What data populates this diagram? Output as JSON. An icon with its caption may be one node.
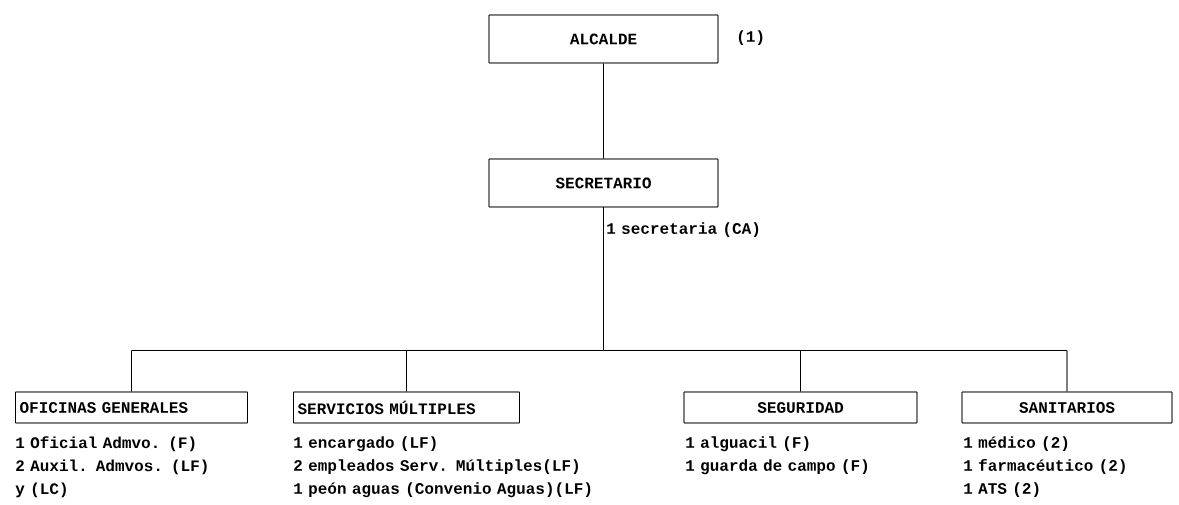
{
  "diagram": {
    "nodes": [
      {
        "text": [
          "ALCALDE"
        ],
        "beside": [
          "(1)"
        ]
      },
      {
        "text": [
          "SECRETARIO"
        ],
        "beside": [
          "1 secretaria (CA)"
        ]
      },
      {
        "text": [
          "OFICINAS GENERALES"
        ],
        "beside": [
          "1 Oficial Admvo. (F)",
          "2 Auxil. Admvos. (LF) y (LC)"
        ]
      },
      {
        "text": [
          "SERVICIOS MÚLTIPLES"
        ],
        "beside": [
          "1 encargado (LF)",
          "2 empleados Serv. Múltiples(LF)",
          "1 peón aguas (Convenio Aguas)(LF)"
        ]
      },
      {
        "text": [
          "SEGURIDAD"
        ],
        "beside": [
          "1 alguacil (F)",
          "1 guarda de campo (F)"
        ]
      },
      {
        "text": [
          "SANITARIOS"
        ],
        "beside": [
          "1 médico (2)",
          "1 farmacéutico (2)",
          "1 ATS (2)"
        ]
      }
    ],
    "edges": [
      {
        "from": 0,
        "to": 1,
        "arrow": "none"
      },
      {
        "from": 1,
        "to": 2,
        "arrow": "none"
      },
      {
        "from": 1,
        "to": 3,
        "arrow": "none"
      },
      {
        "from": 1,
        "to": 4,
        "arrow": "none"
      },
      {
        "from": 1,
        "to": 5,
        "arrow": "none"
      }
    ]
  }
}
